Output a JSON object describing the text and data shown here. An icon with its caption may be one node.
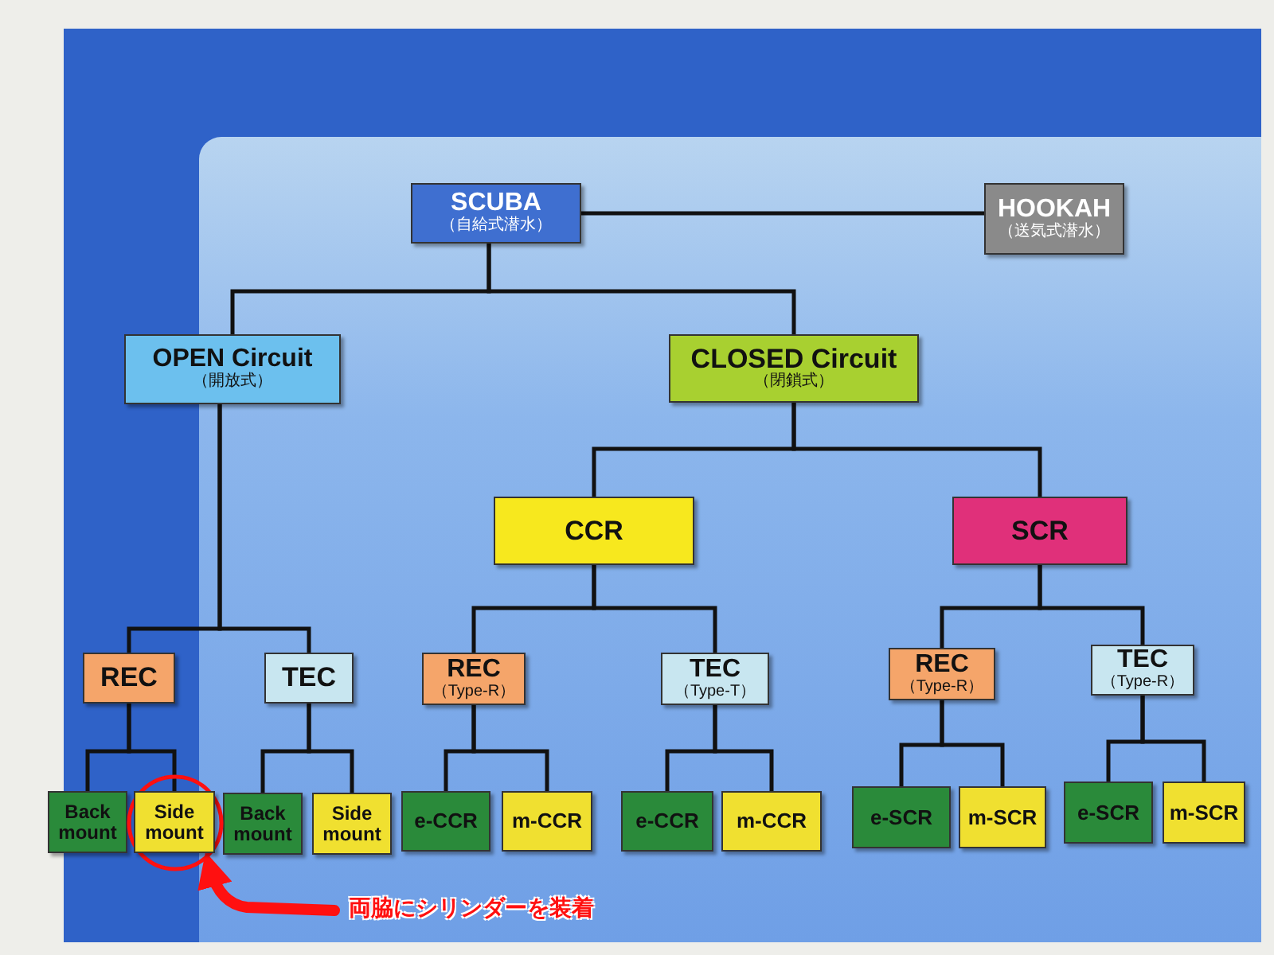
{
  "diagram": {
    "nodes": [
      {
        "text": [
          "SCUBA",
          "（自給式潜水）"
        ]
      },
      {
        "text": [
          "HOOKAH",
          "（送気式潜水）"
        ]
      },
      {
        "text": [
          "OPEN Circuit",
          "（開放式）"
        ]
      },
      {
        "text": [
          "CLOSED Circuit",
          "（閉鎖式）"
        ]
      },
      {
        "text": [
          "CCR"
        ]
      },
      {
        "text": [
          "SCR"
        ]
      },
      {
        "text": [
          "REC"
        ]
      },
      {
        "text": [
          "TEC"
        ]
      },
      {
        "text": [
          "REC",
          "（Type-R）"
        ]
      },
      {
        "text": [
          "TEC",
          "（Type-T）"
        ]
      },
      {
        "text": [
          "REC",
          "（Type-R）"
        ]
      },
      {
        "text": [
          "TEC",
          "（Type-R）"
        ]
      },
      {
        "text": [
          "Back mount"
        ]
      },
      {
        "text": [
          "Side mount"
        ],
        "in": 25
      },
      {
        "text": [
          "Back mount"
        ]
      },
      {
        "text": [
          "Side mount"
        ]
      },
      {
        "text": [
          "e-CCR"
        ]
      },
      {
        "text": [
          "m-CCR"
        ]
      },
      {
        "text": [
          "e-CCR"
        ]
      },
      {
        "text": [
          "m-CCR"
        ]
      },
      {
        "text": [
          "e-SCR"
        ]
      },
      {
        "text": [
          "m-SCR"
        ]
      },
      {
        "text": [
          "e-SCR"
        ]
      },
      {
        "text": [
          "m-SCR"
        ]
      },
      {
        "text": [
          "両脇にシリンダーを装着"
        ]
      },
      {
        "text": [],
        "shape": "circle"
      }
    ],
    "edges": [
      {
        "from": 0,
        "to": 1,
        "arrow": "none"
      },
      {
        "from": 0,
        "to": 2,
        "arrow": "none"
      },
      {
        "from": 0,
        "to": 3,
        "arrow": "none"
      },
      {
        "from": 3,
        "to": 4,
        "arrow": "none"
      },
      {
        "from": 3,
        "to": 5,
        "arrow": "none"
      },
      {
        "from": 2,
        "to": 6,
        "arrow": "none"
      },
      {
        "from": 2,
        "to": 7,
        "arrow": "none"
      },
      {
        "from": 4,
        "to": 8,
        "arrow": "none"
      },
      {
        "from": 4,
        "to": 9,
        "arrow": "none"
      },
      {
        "from": 5,
        "to": 10,
        "arrow": "none"
      },
      {
        "from": 5,
        "to": 11,
        "arrow": "none"
      },
      {
        "from": 6,
        "to": 12,
        "arrow": "none"
      },
      {
        "from": 6,
        "to": 13,
        "arrow": "none"
      },
      {
        "from": 7,
        "to": 14,
        "arrow": "none"
      },
      {
        "from": 7,
        "to": 15,
        "arrow": "none"
      },
      {
        "from": 8,
        "to": 16,
        "arrow": "none"
      },
      {
        "from": 8,
        "to": 17,
        "arrow": "none"
      },
      {
        "from": 9,
        "to": 18,
        "arrow": "none"
      },
      {
        "from": 9,
        "to": 19,
        "arrow": "none"
      },
      {
        "from": 10,
        "to": 20,
        "arrow": "none"
      },
      {
        "from": 10,
        "to": 21,
        "arrow": "none"
      },
      {
        "from": 11,
        "to": 22,
        "arrow": "none"
      },
      {
        "from": 11,
        "to": 23,
        "arrow": "none"
      },
      {
        "from": 24,
        "to": 25,
        "arrow": "to",
        "style": "thick",
        "color": "#ff1010"
      }
    ]
  }
}
